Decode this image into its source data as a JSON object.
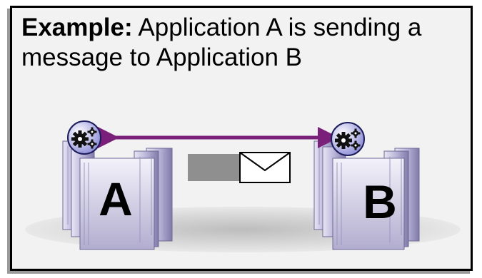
{
  "caption": {
    "lead": "Example:",
    "text": " Application A is sending a message to Application B"
  },
  "nodes": [
    {
      "label": "A",
      "icon": "gear-icon"
    },
    {
      "label": "B",
      "icon": "gear-icon"
    }
  ],
  "colors": {
    "server": "#b7b2d4",
    "server_dark": "#8b86b2",
    "arrow": "#7a1f7a",
    "queue": "#8f8f8f",
    "panel": "#f2f2f2"
  }
}
